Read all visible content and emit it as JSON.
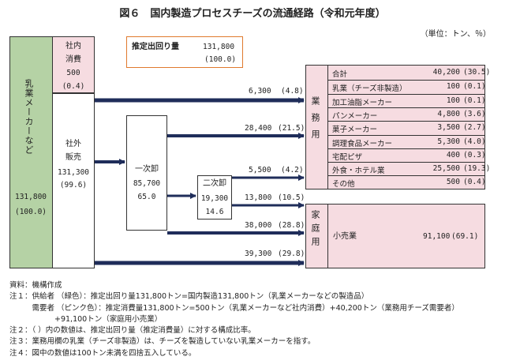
{
  "title": "図６　国内製造プロセスチーズの流通経路（令和元年度）",
  "unit": "（単位：トン、％）",
  "estimate_box": {
    "label": "推定出回り量",
    "value": "131,800",
    "pct": "(100.0)"
  },
  "maker": {
    "label": "乳業メーカーなど",
    "value": "131,800",
    "pct": "(100.0)"
  },
  "internal": {
    "label1": "社内",
    "label2": "消費",
    "value": "500",
    "pct": "(0.4)"
  },
  "external": {
    "label1": "社外",
    "label2": "販売",
    "value": "131,300",
    "pct": "(99.6)"
  },
  "primary": {
    "label": "一次卸",
    "value": "85,700",
    "pct": "65.0"
  },
  "secondary": {
    "label": "二次卸",
    "value": "19,300",
    "pct": "14.6"
  },
  "flows": [
    {
      "value": "6,300",
      "pct": "(4.8)"
    },
    {
      "value": "28,400",
      "pct": "(21.5)"
    },
    {
      "value": "5,500",
      "pct": "(4.2)"
    },
    {
      "value": "13,800",
      "pct": "(10.5)"
    },
    {
      "value": "38,000",
      "pct": "(28.8)"
    },
    {
      "value": "39,300",
      "pct": "(29.8)"
    }
  ],
  "business_label": "業務用",
  "business": [
    {
      "name": "合計",
      "value": "40,200",
      "pct": "(30.5)"
    },
    {
      "name": "乳業（チーズ非製造）",
      "value": "100",
      "pct": "(0.1)"
    },
    {
      "name": "加工油脂メーカー",
      "value": "100",
      "pct": "(0.1)"
    },
    {
      "name": "パンメーカー",
      "value": "4,800",
      "pct": "(3.6)"
    },
    {
      "name": "菓子メーカー",
      "value": "3,500",
      "pct": "(2.7)"
    },
    {
      "name": "調理食品メーカー",
      "value": "5,300",
      "pct": "(4.0)"
    },
    {
      "name": "宅配ピザ",
      "value": "400",
      "pct": "(0.3)"
    },
    {
      "name": "外食・ホテル業",
      "value": "25,500",
      "pct": "(19.3)"
    },
    {
      "name": "その他",
      "value": "500",
      "pct": "(0.4)"
    }
  ],
  "household_label": "家庭用",
  "retail": {
    "name": "小売業",
    "value": "91,100",
    "pct": "(69.1)"
  },
  "notes": [
    "資料：機構作成",
    "注１：供給者 （緑色）：推定出回り量131,800トン=国内製造131,800トン（乳業メーカーなどの製造品）",
    "　　　需要者 （ピンク色）：推定消費量131,800トン=500トン（乳業メーカーなど社内消費）+40,200トン（業務用チーズ需要者）",
    "　　　　　　+91,100トン（家庭用小売業）",
    "注２：（ ）内の数値は、推定出回り量（推定消費量）に対する構成比率。",
    "注３：業務用欄の乳業（チーズ非製造）は、チーズを製造していない乳業メーカーを指す。",
    "注４：図中の数値は100トン未満を四捨五入している。"
  ]
}
